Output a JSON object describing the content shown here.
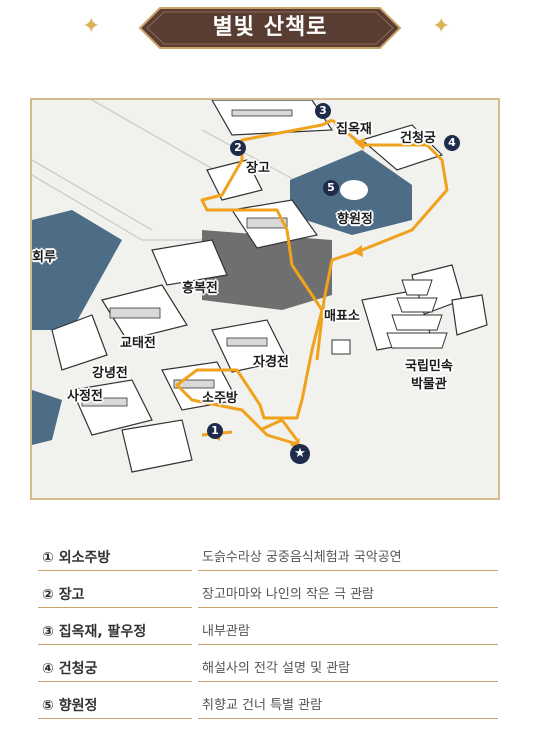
{
  "title": "별빛 산책로",
  "map": {
    "labels": {
      "janggo": "장고",
      "jibokjae": "집옥재",
      "geoncheonggung": "건청궁",
      "hyangwonjeong": "향원정",
      "heungbokjeon": "흥복전",
      "maepyoso": "매표소",
      "gyotaejeon": "교태전",
      "gangnyeongjeon": "강녕전",
      "jagyeongjeon": "자경전",
      "sajeongjeon": "사정전",
      "sojubang": "소주방",
      "museum": "국립민속\n박물관",
      "gyeonghoeru_partial": "회루"
    },
    "markers": [
      "1",
      "2",
      "3",
      "4",
      "5"
    ],
    "start_icon": "star-icon"
  },
  "legend": [
    {
      "key": "① 외소주방",
      "value": "도슭수라상 궁중음식체험과 국악공연"
    },
    {
      "key": "② 장고",
      "value": "장고마마와 나인의 작은 극 관람"
    },
    {
      "key": "③ 집옥재, 팔우정",
      "value": "내부관람"
    },
    {
      "key": "④ 건청궁",
      "value": "해설사의 전각 설명 및 관람"
    },
    {
      "key": "⑤ 향원정",
      "value": "취향교 건너 특별 관람"
    }
  ],
  "colors": {
    "banner": "#5a3d32",
    "route": "#f0a21c",
    "water": "#4d6c86",
    "marker": "#1f2b4a",
    "legend_line": "#c9a46b"
  }
}
